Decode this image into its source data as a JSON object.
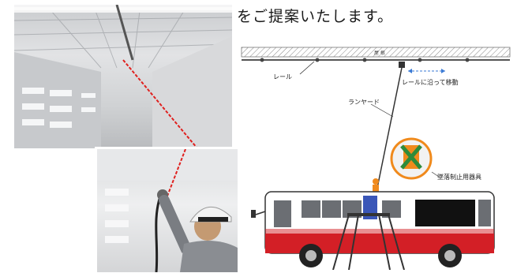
{
  "headline": "をご提案いたします。",
  "diagram": {
    "roof_label": "屋 根",
    "rail_label": "レール",
    "move_label": "レールに沿って移動",
    "lanyard_label": "ランヤード",
    "harness_label": "墜落制止用器具"
  },
  "colors": {
    "bus_red": "#d31f26",
    "worker_orange": "#f08a1c",
    "harness_green": "#2e8b3a",
    "laser_red": "#e0201e",
    "arrow_blue": "#3a7ad5"
  }
}
